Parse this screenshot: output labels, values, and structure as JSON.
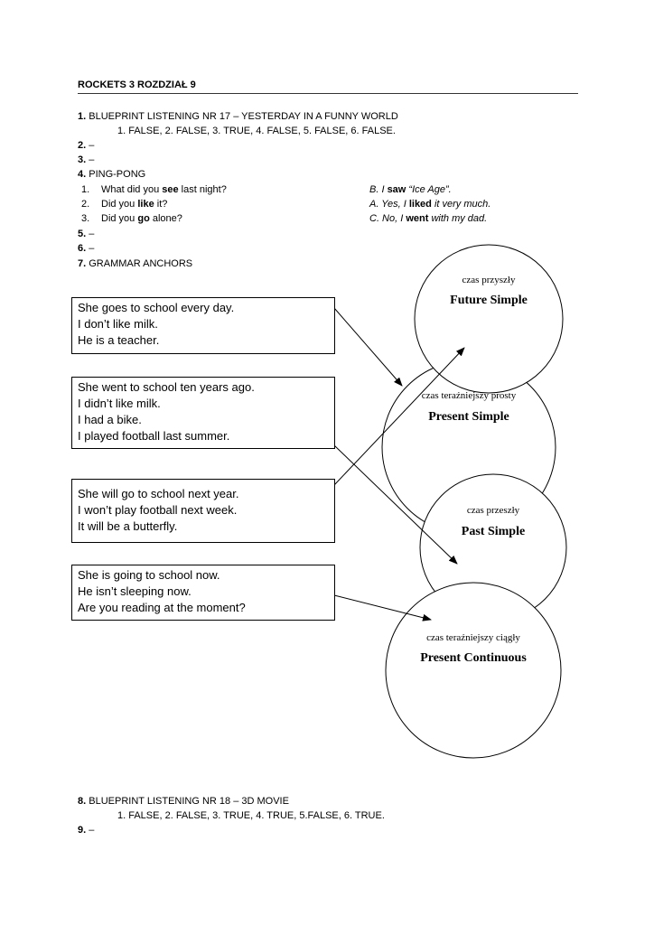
{
  "header": {
    "title": "ROCKETS 3 ROZDZIAŁ 9"
  },
  "sections": {
    "s1": {
      "num": "1.",
      "text": "BLUEPRINT LISTENING NR 17 – YESTERDAY IN A FUNNY WORLD",
      "answers": "1. FALSE, 2. FALSE, 3. TRUE, 4. FALSE, 5. FALSE, 6. FALSE."
    },
    "s2": {
      "num": "2.",
      "text": "–"
    },
    "s3": {
      "num": "3.",
      "text": "–"
    },
    "s4": {
      "num": "4.",
      "text": "PING-PONG"
    },
    "s5": {
      "num": "5.",
      "text": "–"
    },
    "s6": {
      "num": "6.",
      "text": "–"
    },
    "s7": {
      "num": "7.",
      "text": "GRAMMAR ANCHORS"
    },
    "s8": {
      "num": "8.",
      "text": "BLUEPRINT LISTENING NR 18 – 3D MOVIE",
      "answers": "1. FALSE, 2. FALSE, 3. TRUE, 4. TRUE, 5.FALSE, 6. TRUE."
    },
    "s9": {
      "num": "9.",
      "text": "–"
    }
  },
  "pingpong": [
    {
      "n": "1.",
      "q_pre": "What did you ",
      "q_bold": "see",
      "q_post": "  last night?",
      "a_pre": "B. I ",
      "a_bold": "saw",
      "a_post": " “Ice Age”."
    },
    {
      "n": "2.",
      "q_pre": "Did you ",
      "q_bold": "like",
      "q_post": " it?",
      "a_pre": "A. Yes, I ",
      "a_bold": "liked",
      "a_post": " it very much."
    },
    {
      "n": "3.",
      "q_pre": "Did you ",
      "q_bold": "go",
      "q_post": " alone?",
      "a_pre": "C. No, I ",
      "a_bold": "went",
      "a_post": "  with my dad."
    }
  ],
  "boxes": [
    {
      "lines": [
        "She goes to school every day.",
        "I don’t like milk.",
        "He is a teacher."
      ]
    },
    {
      "lines": [
        "She went to school ten years ago.",
        "I didn’t like milk.",
        "I had a bike.",
        "I played football last summer."
      ]
    },
    {
      "lines": [
        "She will go to school next year.",
        "I won’t play football next week.",
        "It will be a butterfly."
      ]
    },
    {
      "lines": [
        "She is going to school now.",
        "He isn’t sleeping now.",
        "Are you reading at the moment?"
      ]
    }
  ],
  "circles": [
    {
      "pl": "czas teraźniejszy prosty",
      "en": "Present Simple"
    },
    {
      "pl": "czas przyszły",
      "en": "Future Simple"
    },
    {
      "pl": "czas przeszły",
      "en": "Past Simple"
    },
    {
      "pl": "czas teraźniejszy ciągły",
      "en": "Present  Continuous"
    }
  ]
}
